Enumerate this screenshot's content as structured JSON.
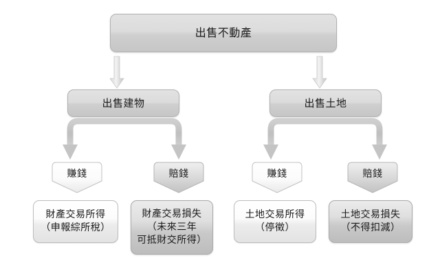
{
  "diagram": {
    "title_node": {
      "id": "root",
      "label": "出售不動產"
    },
    "level2": [
      {
        "id": "sell-building",
        "label": "出售建物"
      },
      {
        "id": "sell-land",
        "label": "出售土地"
      }
    ],
    "conditions": [
      {
        "id": "building-profit",
        "label": "賺錢",
        "style": "light"
      },
      {
        "id": "building-loss",
        "label": "賠錢",
        "style": "grey"
      },
      {
        "id": "land-profit",
        "label": "賺錢",
        "style": "light"
      },
      {
        "id": "land-loss",
        "label": "賠錢",
        "style": "grey"
      }
    ],
    "outcomes": [
      {
        "id": "property-transaction-income",
        "label": "財產交易所得\n（申報綜所稅）",
        "style": "light"
      },
      {
        "id": "property-transaction-loss",
        "label": "財產交易損失\n（未來三年\n可抵財交所得）",
        "style": "grey"
      },
      {
        "id": "land-transaction-income",
        "label": "土地交易所得\n（停徵）",
        "style": "light"
      },
      {
        "id": "land-transaction-loss",
        "label": "土地交易損失\n（不得扣減）",
        "style": "grey"
      }
    ],
    "colors": {
      "background": "#ffffff",
      "connector": "#bdbdbd",
      "node_border": "#b6b6b6",
      "text": "#1a1a1a",
      "fill_light": "#fcfcfc",
      "fill_grey": "#d2d2d2"
    },
    "icons": {
      "arrow_down": "arrow-down-icon",
      "split_connector": "split-connector-icon"
    }
  }
}
